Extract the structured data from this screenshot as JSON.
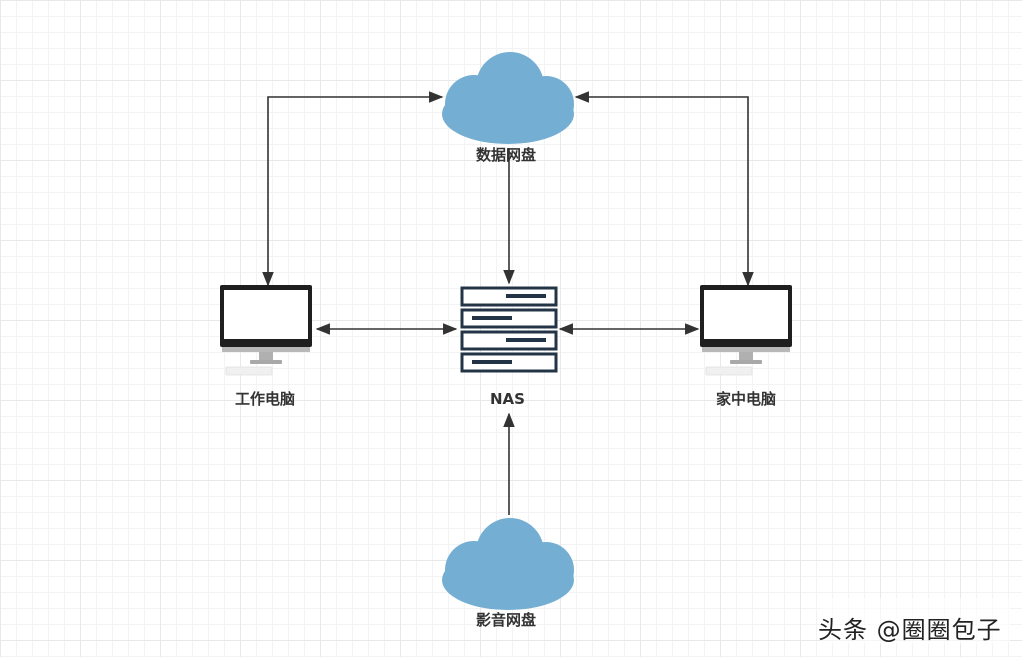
{
  "nodes": {
    "data_cloud": {
      "label": "数据网盘"
    },
    "media_cloud": {
      "label": "影音网盘"
    },
    "nas": {
      "label": "NAS"
    },
    "work_pc": {
      "label": "工作电脑"
    },
    "home_pc": {
      "label": "家中电脑"
    }
  },
  "edges": [
    {
      "from": "work_pc",
      "to": "data_cloud",
      "direction": "both"
    },
    {
      "from": "home_pc",
      "to": "data_cloud",
      "direction": "both"
    },
    {
      "from": "data_cloud",
      "to": "nas",
      "direction": "forward"
    },
    {
      "from": "work_pc",
      "to": "nas",
      "direction": "both"
    },
    {
      "from": "nas",
      "to": "home_pc",
      "direction": "both"
    },
    {
      "from": "media_cloud",
      "to": "nas",
      "direction": "forward"
    }
  ],
  "colors": {
    "cloud": "#74afd3",
    "line": "#333333",
    "server": "#243447",
    "monitor": "#1f1f1f"
  },
  "watermark": "头条 @圈圈包子"
}
